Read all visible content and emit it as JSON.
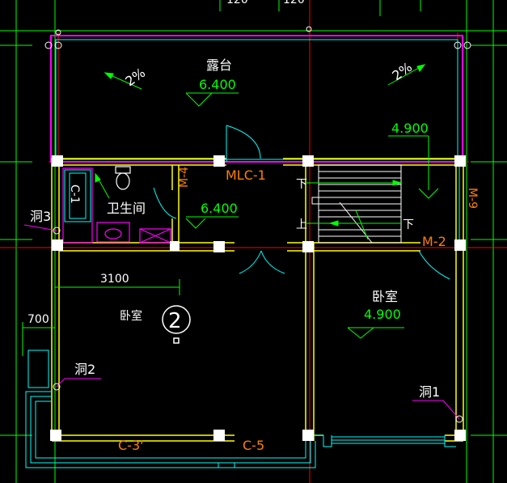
{
  "drawing": {
    "top_dims": [
      "120",
      "120"
    ],
    "terrace": {
      "label": "露台",
      "elevation": "6.400",
      "slope_left": "2%",
      "slope_right": "2%"
    },
    "stair_landing_elevation": "4.900",
    "bathroom": {
      "label": "卫生间",
      "window": "C-1"
    },
    "doors": {
      "mlc1": "MLC-1",
      "m4": "M-4",
      "m2": "M-2",
      "m9": "M-9"
    },
    "corridor_elevation": "6.400",
    "stair_down_top": "下",
    "stair_up": "上",
    "stair_down_bottom": "下",
    "openings": {
      "hole3": "洞3",
      "hole2": "洞2",
      "hole1": "洞1"
    },
    "dims": {
      "width_3100": "3100",
      "width_700": "700"
    },
    "bedroom_left": {
      "label": "卧室",
      "section_mark": "2"
    },
    "bedroom_right": {
      "label": "卧室",
      "elevation": "4.900"
    },
    "windows": {
      "c3": "C-3'",
      "c5": "C-5"
    },
    "colors": {
      "background": "#000000",
      "axis_line": "#00ff00",
      "wall": "#ffff00",
      "wall_outline": "#ff00ff",
      "opening": "#00ffff",
      "red_line": "#ff0000",
      "white": "#ffffff",
      "text_green": "#00ff00",
      "text_orange": "#ff7f00",
      "text_white": "#ffffff"
    }
  }
}
